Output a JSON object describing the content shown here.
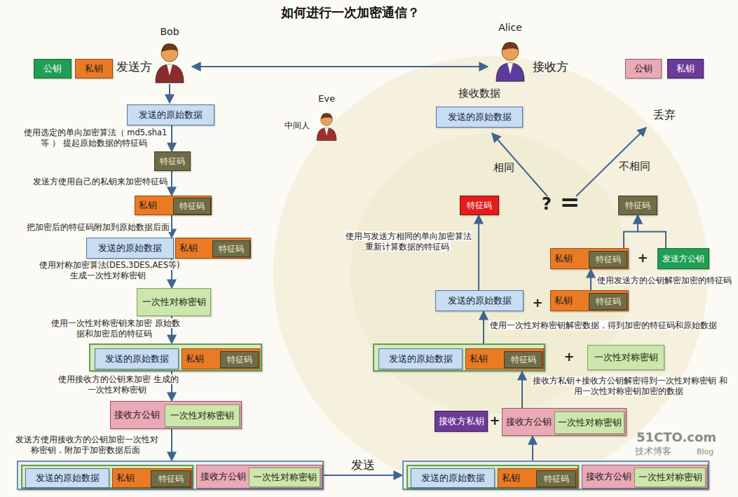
{
  "diagram": {
    "title": "如何进行一次加密通信？",
    "nodes": [
      {
        "text": [
          "公钥"
        ]
      },
      {
        "text": [
          "私钥"
        ]
      },
      {
        "text": [
          "公钥"
        ]
      },
      {
        "text": [
          "私钥"
        ]
      },
      {
        "text": [
          "发送的原始数据"
        ]
      },
      {
        "text": [
          "特征码"
        ]
      },
      {
        "text": [
          "私钥"
        ]
      },
      {
        "text": [
          "特征码"
        ],
        "in": 6
      },
      {
        "text": [
          "发送的原始数据"
        ]
      },
      {
        "text": [
          "私钥"
        ]
      },
      {
        "text": [
          "特征码"
        ],
        "in": 9
      },
      {
        "text": [
          "一次性对称密钥"
        ]
      },
      {
        "text": []
      },
      {
        "text": [
          "发送的原始数据"
        ],
        "in": 12
      },
      {
        "text": [
          "私钥"
        ],
        "in": 12
      },
      {
        "text": [
          "特征码"
        ],
        "in": 14
      },
      {
        "text": [
          "接收方公钥"
        ]
      },
      {
        "text": [
          "一次性对称密钥"
        ],
        "in": 16
      },
      {
        "text": []
      },
      {
        "text": [],
        "in": 18
      },
      {
        "text": [
          "发送的原始数据"
        ],
        "in": 19
      },
      {
        "text": [
          "私钥"
        ],
        "in": 19
      },
      {
        "text": [
          "特征码"
        ],
        "in": 21
      },
      {
        "text": [
          "接收方公钥"
        ],
        "in": 18
      },
      {
        "text": [
          "一次性对称密钥"
        ],
        "in": 23
      },
      {
        "text": []
      },
      {
        "text": [],
        "in": 25
      },
      {
        "text": [
          "发送的原始数据"
        ],
        "in": 26
      },
      {
        "text": [
          "私钥"
        ],
        "in": 26
      },
      {
        "text": [
          "特征码"
        ],
        "in": 28
      },
      {
        "text": [
          "接收方公钥"
        ],
        "in": 25
      },
      {
        "text": [
          "一次性对称密钥"
        ],
        "in": 30
      },
      {
        "text": [
          "接收方私钥"
        ]
      },
      {
        "text": [
          "接收方公钥"
        ]
      },
      {
        "text": [
          "一次性对称密钥"
        ],
        "in": 33
      },
      {
        "text": []
      },
      {
        "text": [
          "发送的原始数据"
        ],
        "in": 35
      },
      {
        "text": [
          "私钥"
        ],
        "in": 35
      },
      {
        "text": [
          "特征码"
        ],
        "in": 37
      },
      {
        "text": [
          "一次性对称密钥"
        ]
      },
      {
        "text": [
          "发送的原始数据"
        ]
      },
      {
        "text": [
          "私钥"
        ]
      },
      {
        "text": [
          "特征码"
        ],
        "in": 41
      },
      {
        "text": [
          "私钥"
        ]
      },
      {
        "text": [
          "特征码"
        ],
        "in": 43
      },
      {
        "text": [
          "发送方公钥"
        ]
      },
      {
        "text": [
          "特征码"
        ]
      },
      {
        "text": [
          "特征码"
        ]
      },
      {
        "text": [
          "发送的原始数据"
        ]
      }
    ],
    "edges": [
      {
        "from": 4,
        "to": 5,
        "arrow": "to"
      },
      {
        "from": 5,
        "to": 6,
        "arrow": "to"
      },
      {
        "from": 6,
        "to": 8,
        "arrow": "to"
      },
      {
        "from": 8,
        "to": 11,
        "arrow": "to"
      },
      {
        "from": 11,
        "to": 12,
        "arrow": "to"
      },
      {
        "from": 12,
        "to": 16,
        "arrow": "to"
      },
      {
        "from": 16,
        "to": 18,
        "arrow": "to"
      },
      {
        "from": 18,
        "to": 25,
        "label": "发送",
        "arrow": "to"
      },
      {
        "from": 25,
        "to": 33,
        "arrow": "to"
      },
      {
        "from": 33,
        "to": 35,
        "arrow": "to"
      },
      {
        "from": 35,
        "to": 40,
        "arrow": "to"
      },
      {
        "from": 40,
        "to": 46,
        "arrow": "to"
      },
      {
        "from": 41,
        "to": 43,
        "arrow": "to"
      },
      {
        "from": 43,
        "to": 47,
        "arrow": "to"
      },
      {
        "from": 45,
        "to": 47,
        "arrow": "to"
      }
    ],
    "labels": [
      "Bob",
      "发送方",
      "Alice",
      "接收方",
      "Eve",
      "中间人",
      "接收数据",
      "丢弃",
      "相同",
      "不相同",
      "?",
      "=",
      "使用选定的单向加密算法（ md5,sha1等 ） 提起原始数据的特征码",
      "发送方使用自己的私钥来加密特征码",
      "把加密后的特征码附加到原始数据后面",
      "使用对称加密算法(DES,3DES,AES等) 生成一次性对称密钥",
      "使用一次性对称密钥来加密 原始数据和加密后的特征码",
      "使用接收方的公钥来加密 生成的一次性对称密钥",
      "发送方使用接收方的公钥加密一次性对 称密钥，附加于加密数据后面",
      "使用与发送方相同的单向加密算法 重新计算数据的特征码",
      "使用发送方的公钥解密加密的特征码",
      "使用一次性对称密钥解密数据，得到加密的特征码和原始数据",
      "接收方私钥+接收方公钥解密得到一次性对称密钥 和用一次性对称密钥加密的数据",
      "+",
      "+",
      "+",
      "+",
      "51CTO.com",
      "技术博客",
      "Blog"
    ]
  }
}
